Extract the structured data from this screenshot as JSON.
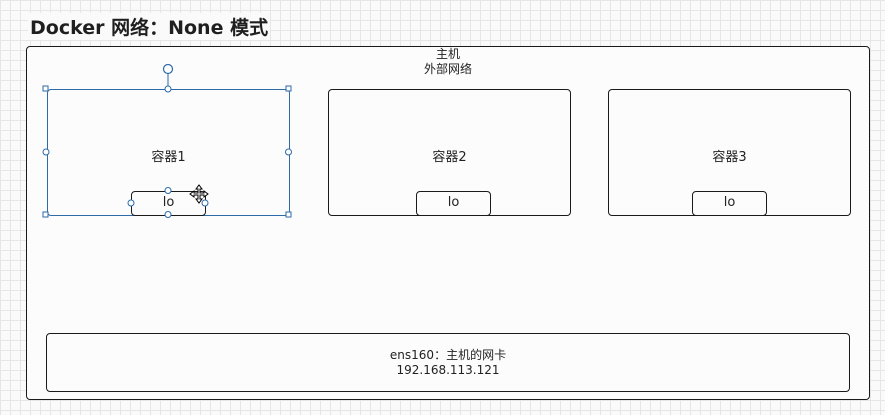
{
  "title": "Docker 网络：None 模式",
  "host": {
    "label_line1": "主机",
    "label_line2": "外部网络"
  },
  "containers": [
    {
      "label": "容器1",
      "interface": "lo"
    },
    {
      "label": "容器2",
      "interface": "lo"
    },
    {
      "label": "容器3",
      "interface": "lo"
    }
  ],
  "nic": {
    "label": "ens160：主机的网卡",
    "ip": "192.168.113.121"
  },
  "colors": {
    "border": "#1a1a1a",
    "selection": "#2c6aa8",
    "grid": "#e6e6e6"
  },
  "selected_item": "容器1"
}
